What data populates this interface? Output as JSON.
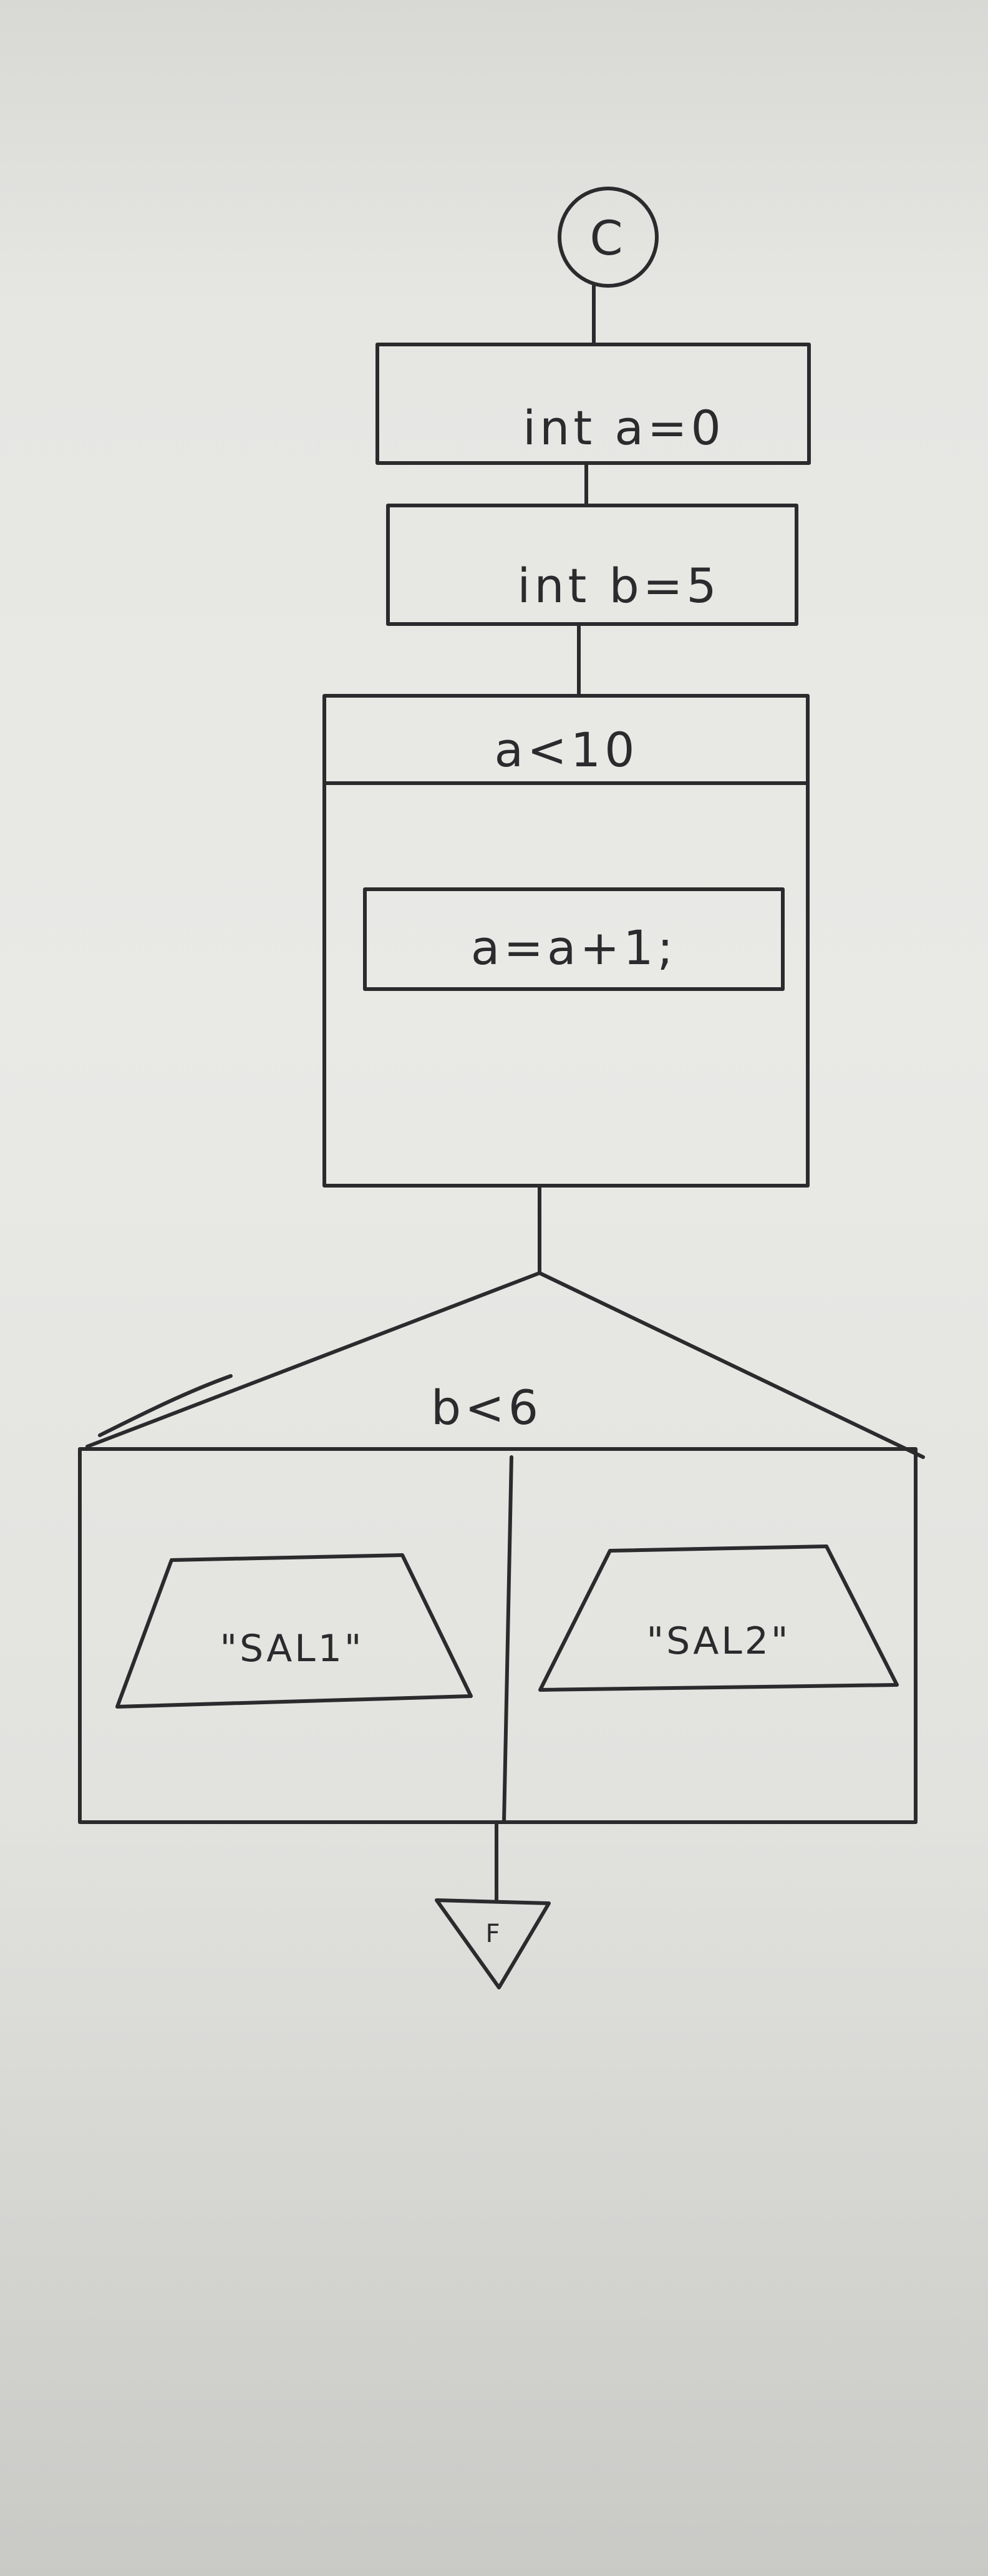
{
  "diagram": {
    "start_connector": "C",
    "statement_1": "int a=0",
    "statement_2": "int b=5",
    "loop_condition": "a<10",
    "loop_body": "a=a+1;",
    "decision_condition": "b<6",
    "output_true": "\"SAL1\"",
    "output_false": "\"SAL2\"",
    "end_connector": "F"
  },
  "colors": {
    "ink": "#2b2b2e",
    "paper": "#e9e9e6"
  }
}
